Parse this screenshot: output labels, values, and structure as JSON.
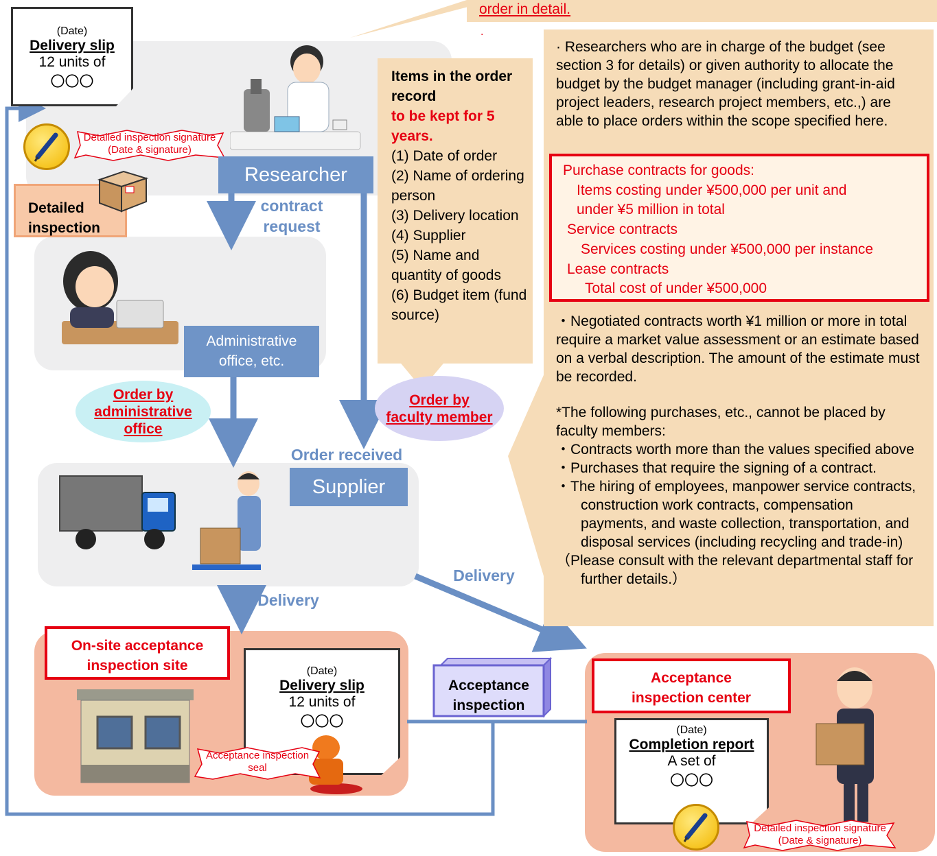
{
  "top_callout": {
    "text": "order in detail.",
    "dot": "."
  },
  "top_slip": {
    "date": "(Date)",
    "title": "Delivery slip",
    "line1": "12 units of",
    "line2": "〇〇〇"
  },
  "detailed_signature": {
    "line1": "Detailed inspection signature",
    "line2": "(Date & signature)"
  },
  "detailed_inspection_box": {
    "line1": "Detailed",
    "line2": "inspection"
  },
  "researcher_label": "Researcher",
  "contract_request": {
    "line1": "contract",
    "line2": "request"
  },
  "admin_label": {
    "line1": "Administrative",
    "line2": "office, etc."
  },
  "order_by_admin": {
    "line1": "Order by",
    "line2": "administrative",
    "line3": "office"
  },
  "order_by_faculty": {
    "line1": "Order by",
    "line2": "faculty member"
  },
  "order_received": "Order received",
  "supplier_label": "Supplier",
  "delivery_left": "Delivery",
  "delivery_right": "Delivery",
  "order_record": {
    "heading1": "Items in the order record",
    "heading2": "to be kept for 5 years.",
    "items": [
      "(1) Date of order",
      "(2) Name of ordering person",
      "(3) Delivery location",
      "(4) Supplier",
      "(5) Name and quantity of goods",
      "(6) Budget item (fund source)"
    ]
  },
  "right_panel": {
    "intro": "· Researchers who are in charge of the budget (see section 3 for details) or given authority to allocate the budget by the budget manager (including grant-in-aid project leaders, research project members, etc.,) are able to place orders within the scope specified here.",
    "limits": [
      "Purchase contracts for goods:",
      "Items costing under ¥500,000 per unit and",
      "under ¥5 million in total",
      "Service contracts",
      "Services costing under ¥500,000 per instance",
      "Lease contracts",
      "Total cost of under ¥500,000"
    ],
    "negotiated": "・Negotiated contracts worth ¥1 million or more in total require a market value assessment or an estimate based on a verbal description. The amount of the estimate must be recorded.",
    "cannot_heading": "*The following purchases, etc., cannot be placed by faculty members:",
    "cannot_items": [
      "・Contracts worth more than the values specified above",
      "・Purchases that require the signing of a contract.",
      "・The hiring of employees, manpower service contracts, construction work contracts, compensation payments, and waste collection, transportation, and disposal services (including recycling and trade-in)"
    ],
    "consult": "（Please consult with the relevant departmental staff for further details.）"
  },
  "onsite_box": {
    "line1": "On-site acceptance",
    "line2": "inspection site"
  },
  "bottom_slip": {
    "date": "(Date)",
    "title": "Delivery slip",
    "line1": "12 units of",
    "line2": "〇〇〇"
  },
  "acceptance_seal": {
    "line1": "Acceptance inspection",
    "line2": "seal"
  },
  "acceptance_inspection_box": {
    "line1": "Acceptance",
    "line2": "inspection"
  },
  "center_box": {
    "line1": "Acceptance",
    "line2": "inspection center"
  },
  "completion_report": {
    "date": "(Date)",
    "title": "Completion report",
    "line1": "A set of",
    "line2": "〇〇〇"
  },
  "bottom_signature": {
    "line1": "Detailed inspection signature",
    "line2": "(Date & signature)"
  }
}
